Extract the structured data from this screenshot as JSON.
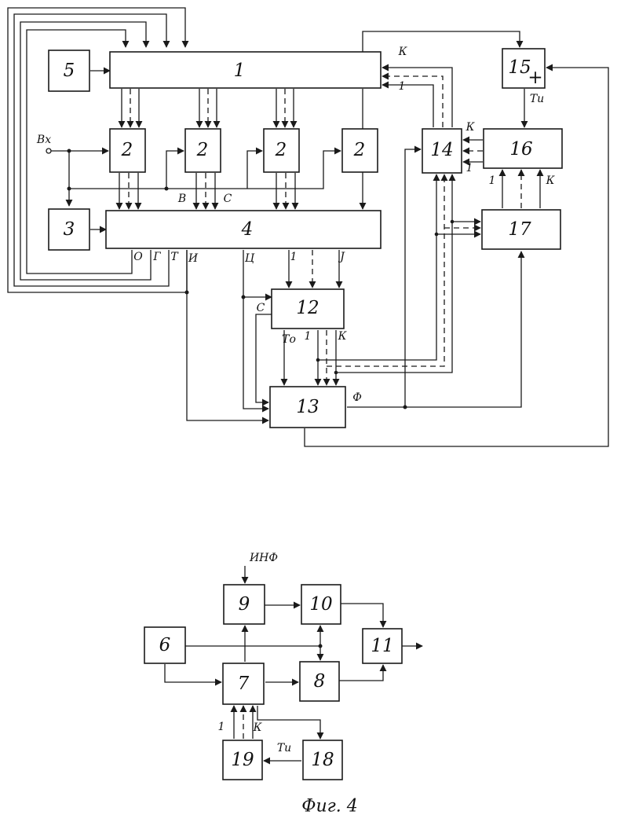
{
  "figure": {
    "caption": "Фиг. 4"
  },
  "blocks": {
    "b1": "1",
    "b2a": "2",
    "b2b": "2",
    "b2c": "2",
    "b2d": "2",
    "b3": "3",
    "b4": "4",
    "b5": "5",
    "b6": "6",
    "b7": "7",
    "b8": "8",
    "b9": "9",
    "b10": "10",
    "b11": "11",
    "b12": "12",
    "b13": "13",
    "b14": "14",
    "b15": "15",
    "b16": "16",
    "b17": "17",
    "b18": "18",
    "b19": "19"
  },
  "labels": {
    "vx": "Вх",
    "v": "В",
    "c_bus": "С",
    "o": "О",
    "g": "Г",
    "t": "Т",
    "i": "И",
    "ts": "Ц",
    "one_4": "1",
    "j": "Ј",
    "c_12": "С",
    "to": "То",
    "one_12": "1",
    "k_12": "К",
    "phi": "Ф",
    "k_1": "К",
    "one_1": "1",
    "plus_15": "+",
    "ti_15": "Ти",
    "k_16": "К",
    "one_16": "1",
    "one_17": "1",
    "k_17": "К",
    "inf": "ИНФ",
    "one_19": "1",
    "k_19": "К",
    "ti_18": "Ти"
  }
}
